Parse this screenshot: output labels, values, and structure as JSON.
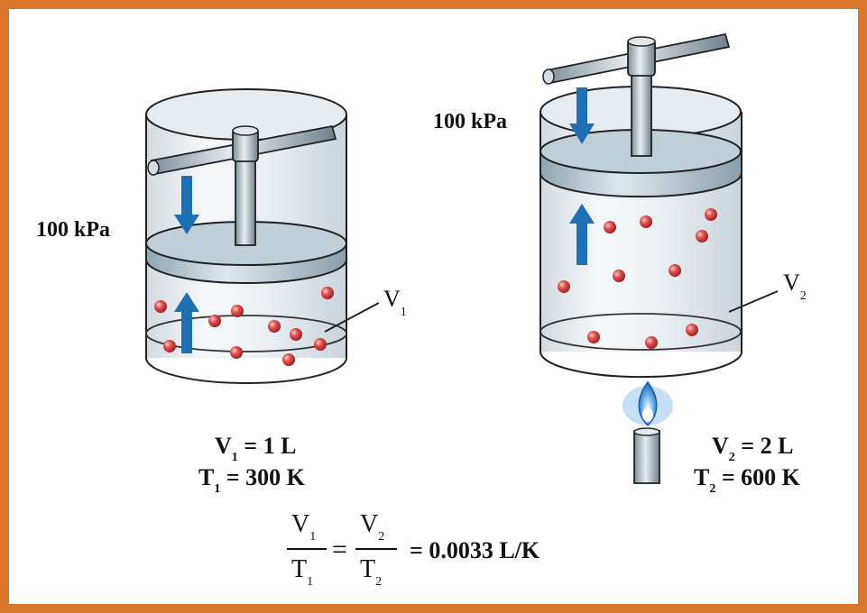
{
  "colors": {
    "frame": "#d9752b",
    "arrow": "#1f6fb5",
    "molecule": "#d94040",
    "cylinder": "#c9d6e0"
  },
  "left": {
    "pressure_label": "100 kPa",
    "volume_label": "V",
    "volume_label_sub": "1",
    "eq_volume": {
      "sym": "V",
      "sub": "1",
      "rest": " = 1 L"
    },
    "eq_temp": {
      "sym": "T",
      "sub": "1",
      "rest": " = 300 K"
    }
  },
  "right": {
    "pressure_label": "100 kPa",
    "volume_label": "V",
    "volume_label_sub": "2",
    "eq_volume": {
      "sym": "V",
      "sub": "2",
      "rest": " = 2 L"
    },
    "eq_temp": {
      "sym": "T",
      "sub": "2",
      "rest": " = 600 K"
    }
  },
  "formula": {
    "num1": "V",
    "num1_sub": "1",
    "den1": "T",
    "den1_sub": "1",
    "num2": "V",
    "num2_sub": "2",
    "den2": "T",
    "den2_sub": "2",
    "equals": "=",
    "result": "= 0.0033 L/K"
  }
}
